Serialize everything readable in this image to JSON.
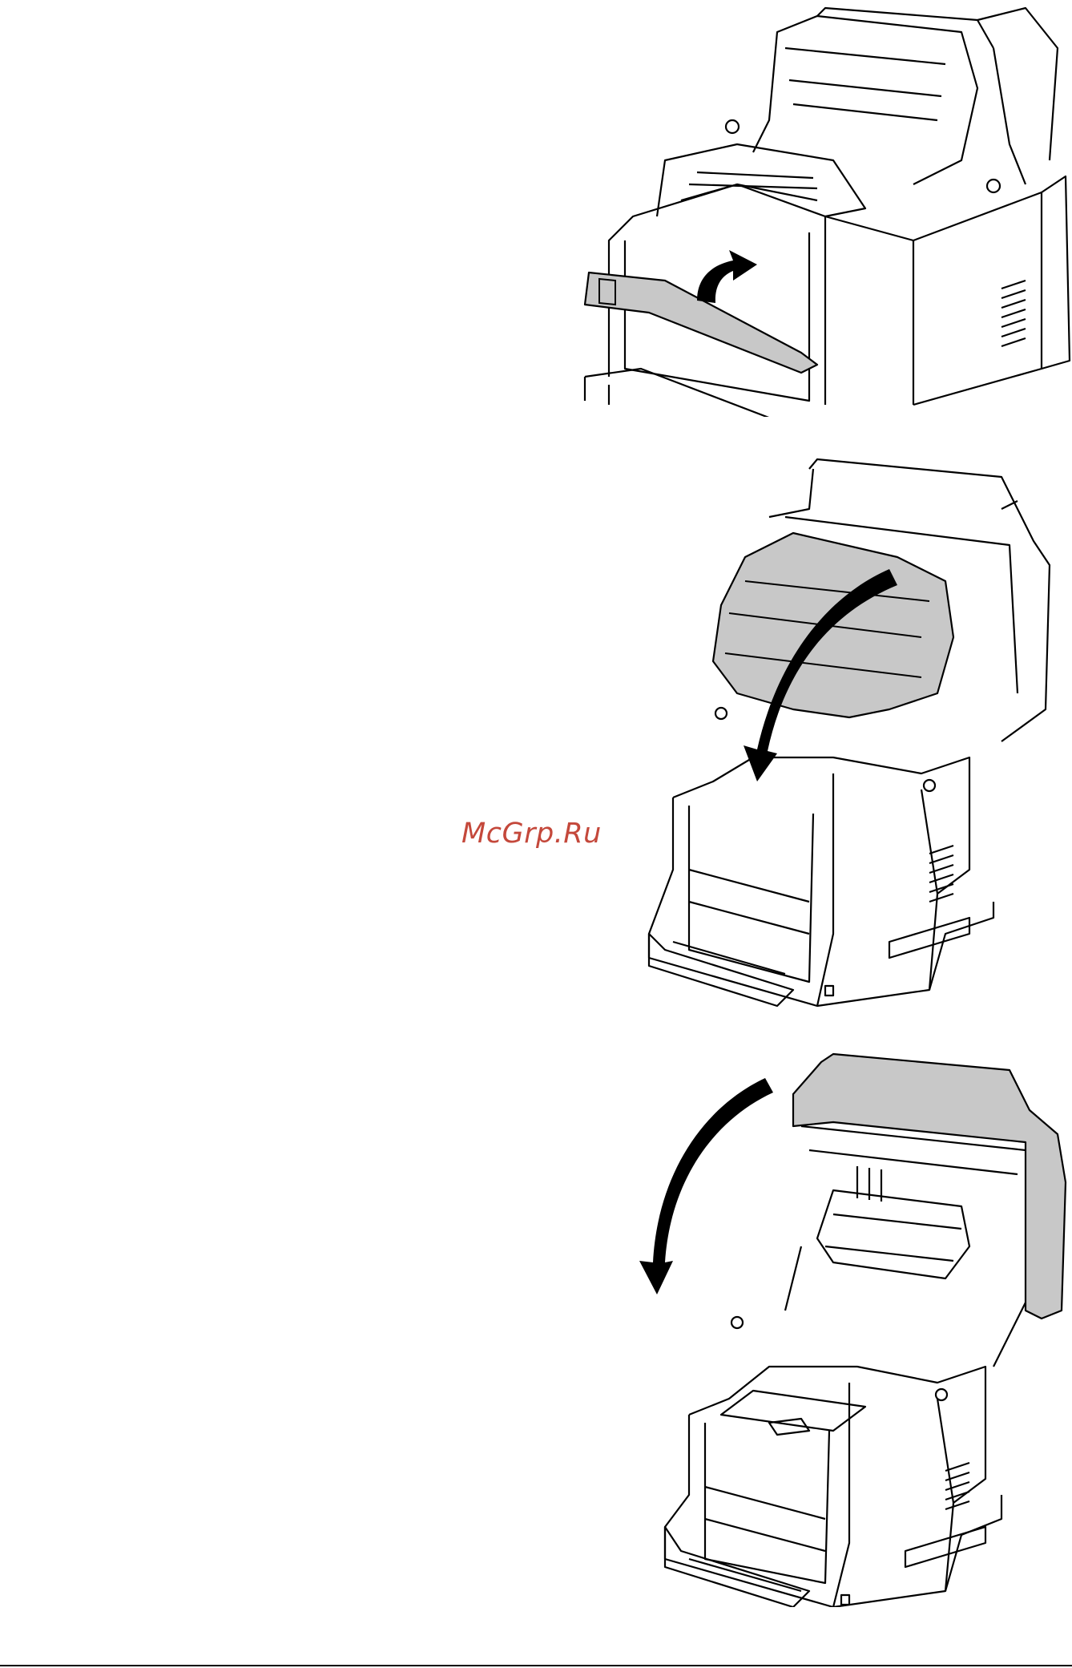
{
  "watermark": {
    "text": "McGrp.Ru"
  },
  "figures": [
    {
      "id": "fig1",
      "icon": "printer-open-lift-lever-illustration"
    },
    {
      "id": "fig2",
      "icon": "printer-close-inner-unit-illustration"
    },
    {
      "id": "fig3",
      "icon": "printer-close-top-cover-illustration"
    }
  ],
  "colors": {
    "line": "#000000",
    "fill": "#ffffff",
    "shade": "#c8c8c8",
    "watermark": "#c0392b"
  }
}
